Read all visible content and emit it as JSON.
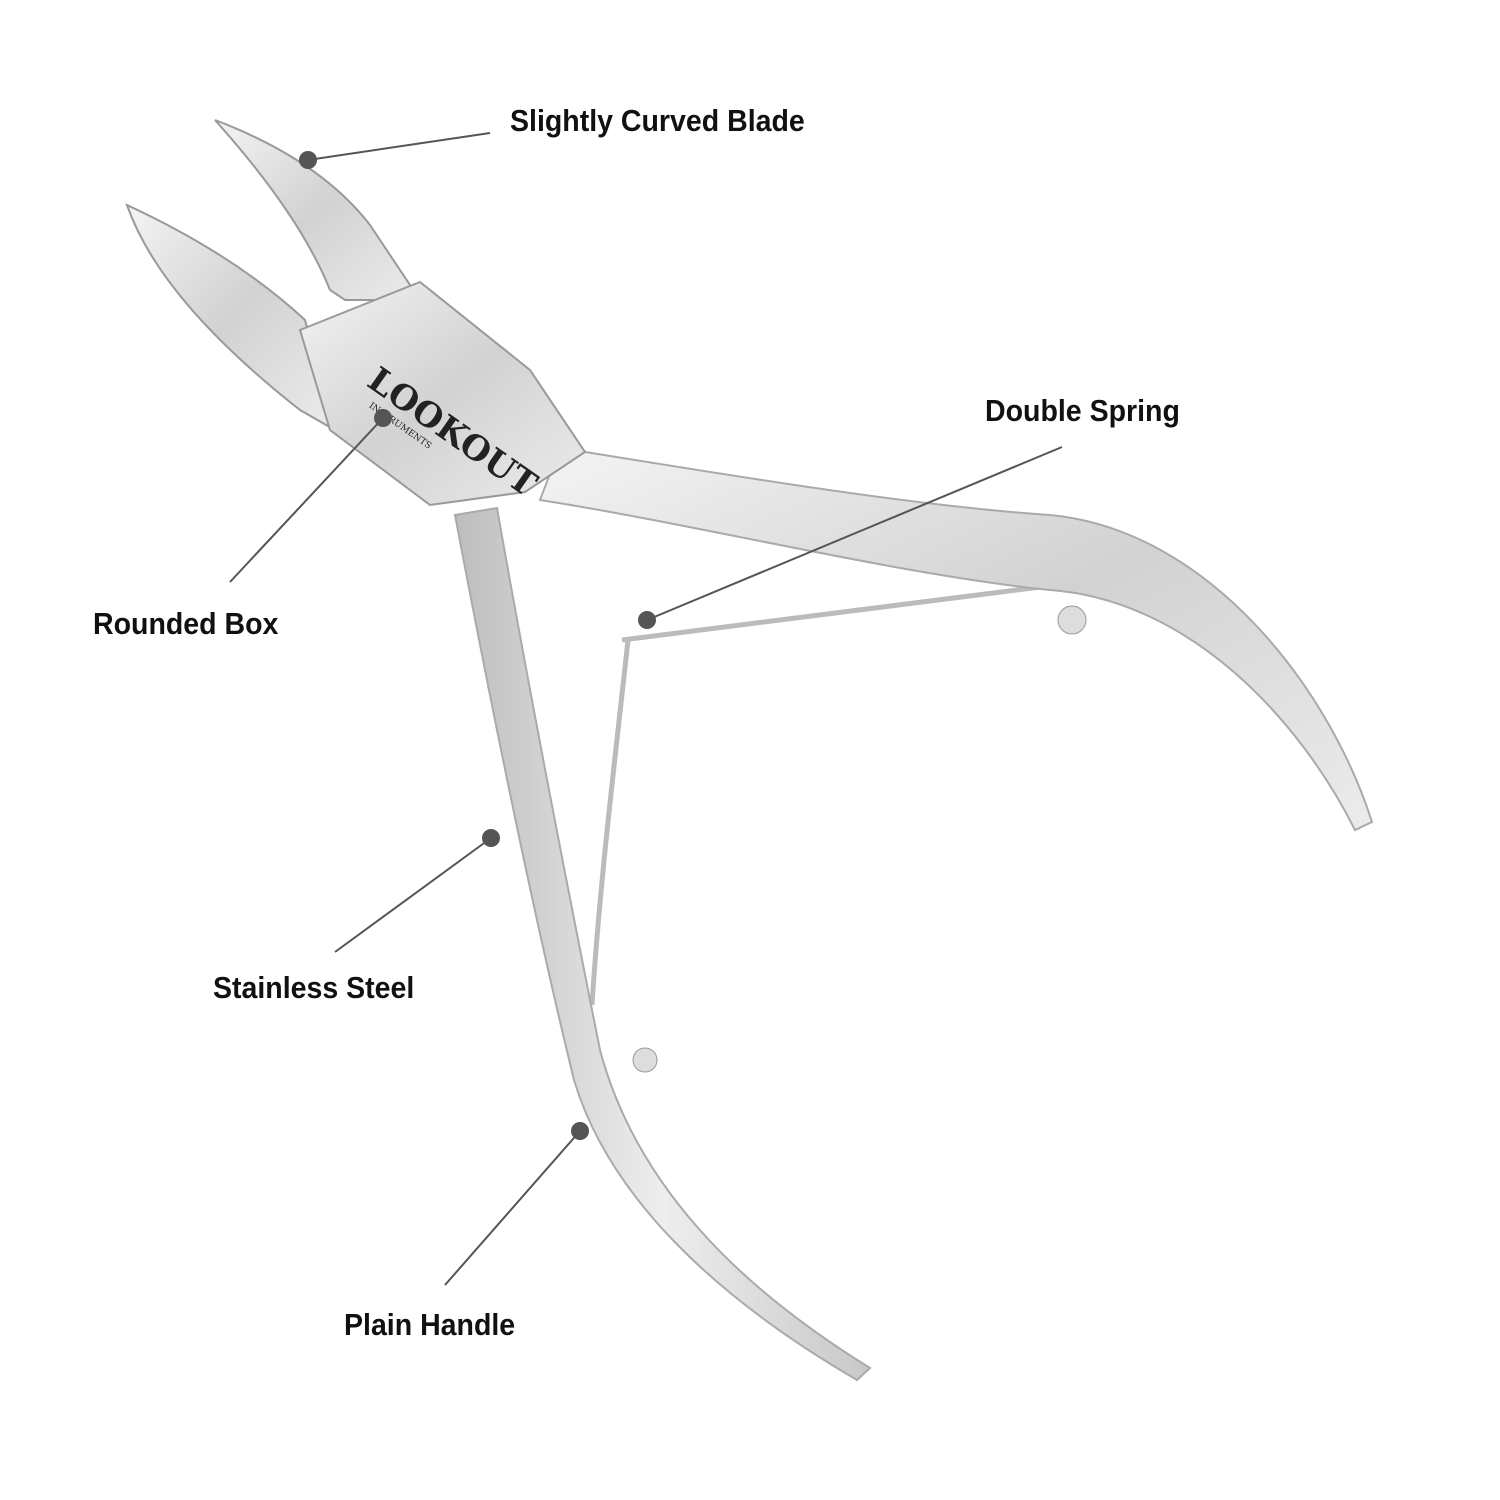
{
  "product": {
    "logo_text": "LOOKOUT",
    "logo_subtext": "INSTRUMENTS"
  },
  "callouts": [
    {
      "id": "blade",
      "label": "Slightly Curved Blade"
    },
    {
      "id": "spring",
      "label": "Double Spring"
    },
    {
      "id": "box",
      "label": "Rounded Box"
    },
    {
      "id": "steel",
      "label": "Stainless Steel"
    },
    {
      "id": "handle",
      "label": "Plain Handle"
    }
  ],
  "colors": {
    "callout_line": "#555555",
    "text": "#111111",
    "steel": "#d9d9d9"
  }
}
